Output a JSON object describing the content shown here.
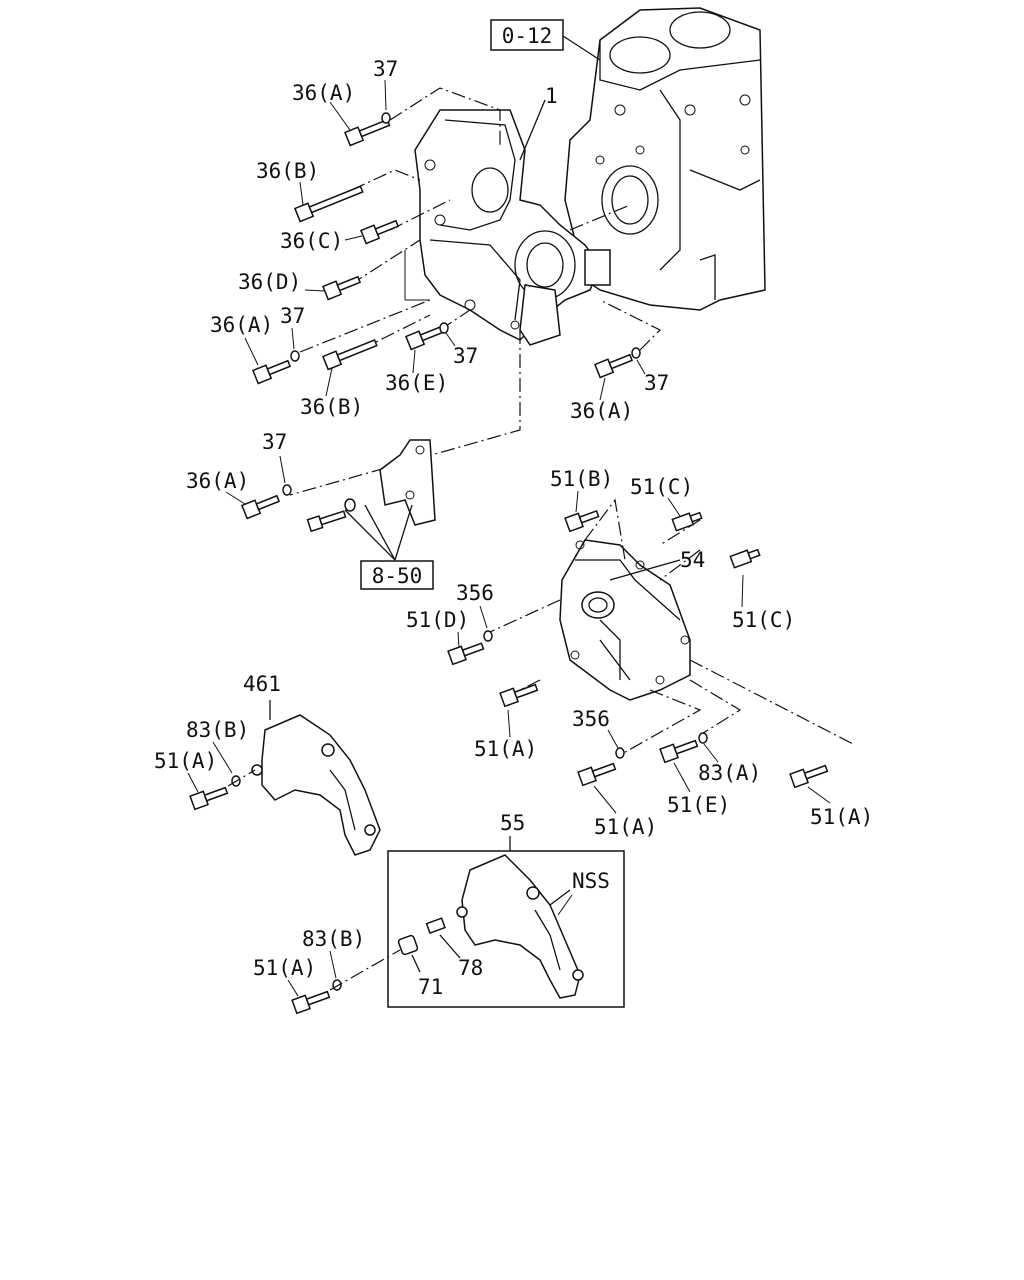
{
  "diagram": {
    "labels": {
      "ref_0_12": "0-12",
      "ref_8_50": "8-50",
      "p1": "1",
      "p36A_1": "36(A)",
      "p37_1": "37",
      "p36B_1": "36(B)",
      "p36C": "36(C)",
      "p36D": "36(D)",
      "p36A_2": "36(A)",
      "p37_2": "37",
      "p37_3": "37",
      "p36E": "36(E)",
      "p36B_2": "36(B)",
      "p37_4": "37",
      "p36A_3": "36(A)",
      "p37_5": "37",
      "p36A_4": "36(A)",
      "p51B": "51(B)",
      "p51C_1": "51(C)",
      "p54": "54",
      "p51C_2": "51(C)",
      "p356_1": "356",
      "p51D": "51(D)",
      "p461": "461",
      "p83B_1": "83(B)",
      "p51A_1": "51(A)",
      "p51A_2": "51(A)",
      "p356_2": "356",
      "p83A": "83(A)",
      "p51E": "51(E)",
      "p51A_3": "51(A)",
      "p51A_4": "51(A)",
      "p55": "55",
      "pNSS": "NSS",
      "p83B_2": "83(B)",
      "p51A_5": "51(A)",
      "p78": "78",
      "p71": "71"
    }
  }
}
